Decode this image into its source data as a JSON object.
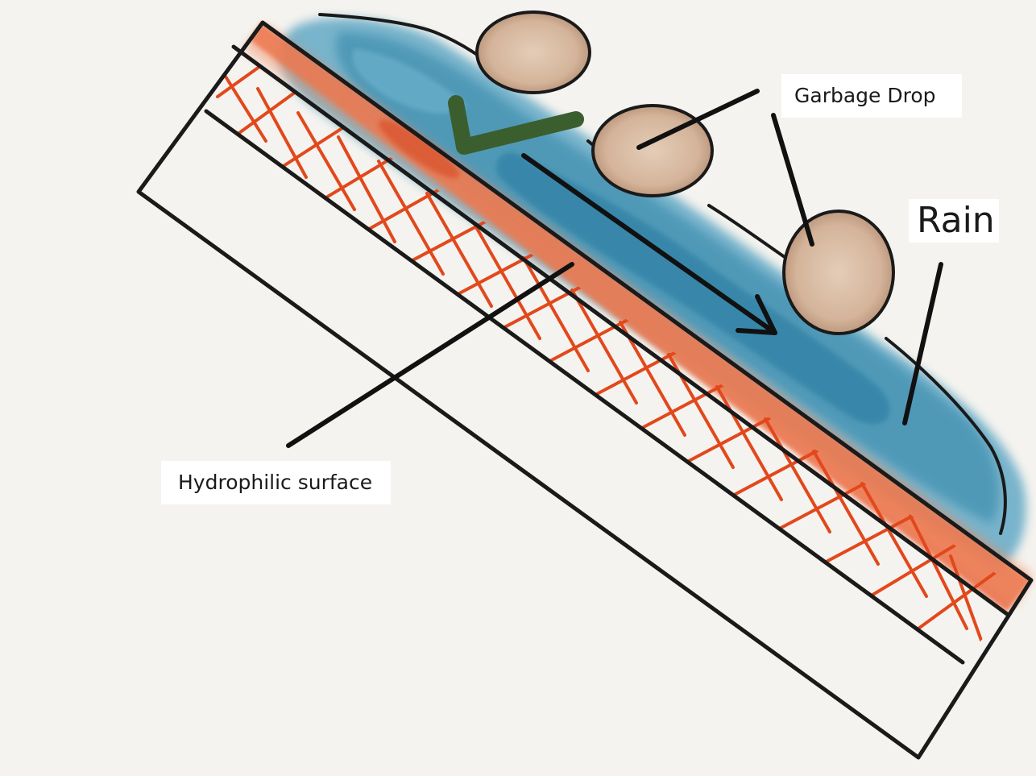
{
  "labels": {
    "garbage_drop": "Garbage Drop",
    "rain": "Rain",
    "hydrophilic_surface": "Hydrophilic surface"
  },
  "colors": {
    "background": "#f5f3ef",
    "water": "#3a8fb0",
    "coating": "#ea6a42",
    "mesh": "#e2481c",
    "garbage": "#d4b49a",
    "check_mark": "#3b5e2e",
    "outline": "#1a1a1a"
  },
  "icons": {
    "check_mark": "check-mark-icon",
    "flow_arrow": "arrow-down-right-icon"
  }
}
